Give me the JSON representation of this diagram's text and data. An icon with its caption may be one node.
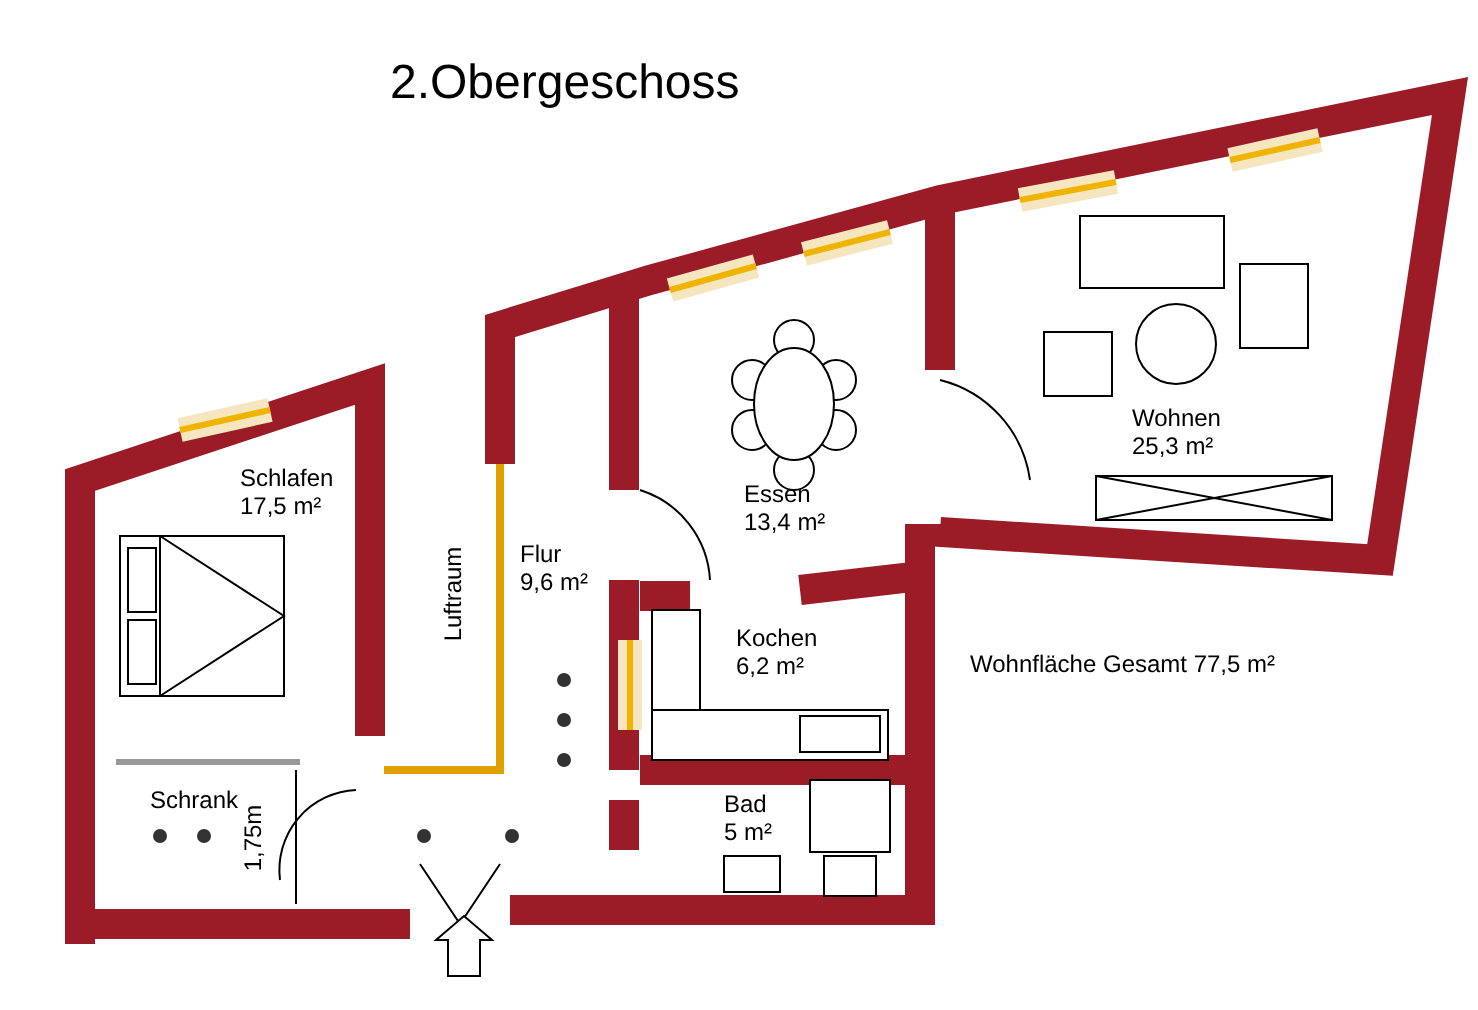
{
  "diagram": {
    "title": "2.Obergeschoss",
    "nodes": [
      {
        "text": [
          "Schlafen",
          "17,5 m²"
        ]
      },
      {
        "text": [
          "Schrank"
        ]
      },
      {
        "text": [
          "Flur",
          "9,6 m²"
        ]
      },
      {
        "text": [
          "Essen",
          "13,4 m²"
        ]
      },
      {
        "text": [
          "Wohnen",
          "25,3 m²"
        ]
      },
      {
        "text": [
          "Kochen",
          "6,2 m²"
        ]
      },
      {
        "text": [
          "Bad",
          "5 m²"
        ]
      }
    ],
    "labels": [
      "Luftraum",
      "1,75m",
      "Wohnfläche Gesamt 77,5 m²"
    ]
  }
}
